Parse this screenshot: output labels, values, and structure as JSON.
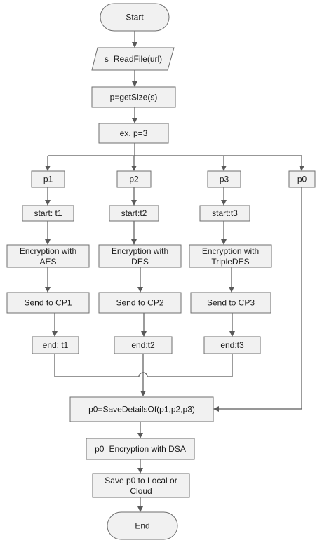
{
  "diagram": {
    "start": "Start",
    "read_file": "s=ReadFile(url)",
    "get_size": "p=getSize(s)",
    "example": "ex. p=3",
    "p1": "p1",
    "p2": "p2",
    "p3": "p3",
    "p0": "p0",
    "start_t1": "start: t1",
    "start_t2": "start:t2",
    "start_t3": "start:t3",
    "enc_aes": [
      "Encryption with",
      "AES"
    ],
    "enc_des": [
      "Encryption with",
      "DES"
    ],
    "enc_tdes": [
      "Encryption with",
      "TripleDES"
    ],
    "send_cp1": "Send to CP1",
    "send_cp2": "Send to CP2",
    "send_cp3": "Send to CP3",
    "end_t1": "end: t1",
    "end_t2": "end:t2",
    "end_t3": "end:t3",
    "save_details": "p0=SaveDetailsOf(p1,p2,p3)",
    "enc_dsa": "p0=Encryption with DSA",
    "save_local": [
      "Save p0 to Local or",
      "Cloud"
    ],
    "end": "End"
  },
  "colors": {
    "node_fill": "#f1f1f1",
    "node_stroke": "#6e6e6e",
    "edge": "#595959",
    "text": "#1a1a1a"
  }
}
